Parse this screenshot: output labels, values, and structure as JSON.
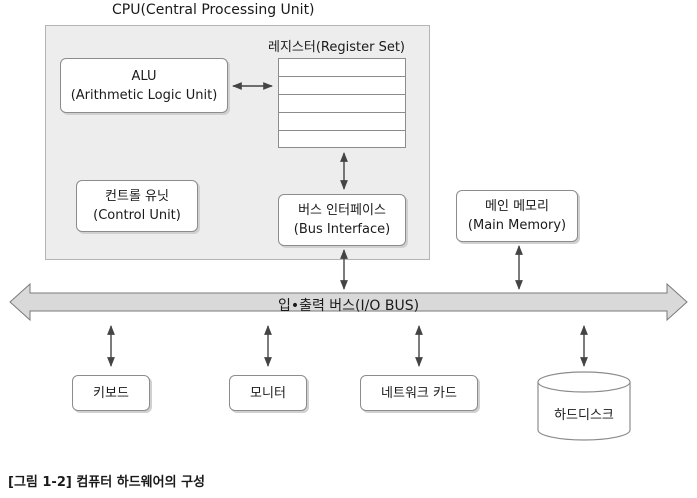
{
  "cpu": {
    "title": "CPU(Central Processing Unit)",
    "alu": {
      "name": "ALU",
      "full": "(Arithmetic Logic Unit)"
    },
    "control_unit": {
      "name": "컨트롤 유닛",
      "full": "(Control Unit)"
    },
    "register_set": {
      "label": "레지스터(Register Set)",
      "rows": 5
    },
    "bus_interface": {
      "name": "버스 인터페이스",
      "full": "(Bus Interface)"
    }
  },
  "main_memory": {
    "name": "메인 메모리",
    "full": "(Main Memory)"
  },
  "io_bus": {
    "label": "입•출력 버스(I/O  BUS)"
  },
  "devices": [
    {
      "label": "키보드"
    },
    {
      "label": "모니터"
    },
    {
      "label": "네트워크 카드"
    },
    {
      "label": "하드디스크"
    }
  ],
  "caption": "[그림 1-2] 컴퓨터 하드웨어의 구성",
  "colors": {
    "cpu_bg": "#ededed",
    "bus_fill": "#d9d9d9",
    "stroke": "#444444"
  }
}
